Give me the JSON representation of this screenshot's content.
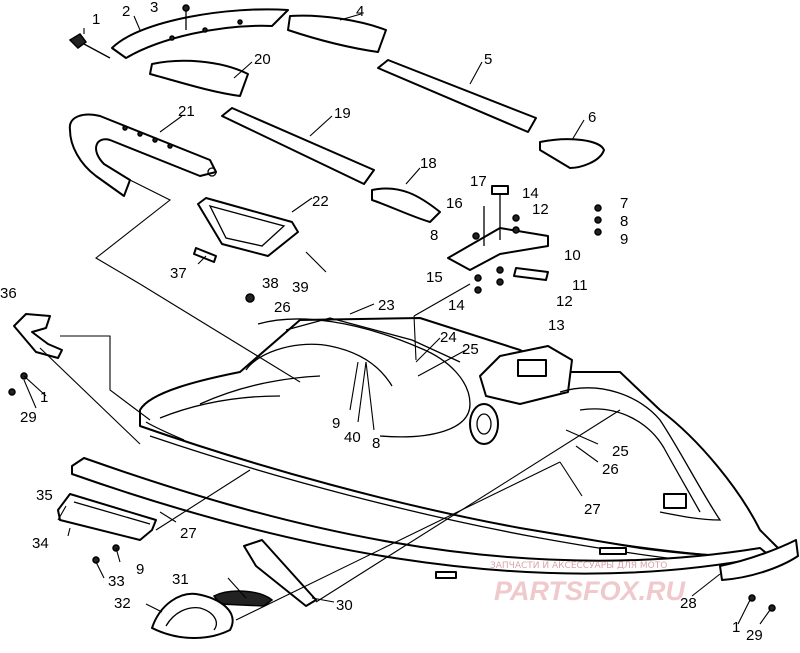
{
  "callouts": [
    "1",
    "2",
    "3",
    "4",
    "5",
    "6",
    "20",
    "21",
    "19",
    "18",
    "17",
    "14",
    "12",
    "16",
    "7",
    "8",
    "9",
    "8",
    "10",
    "22",
    "37",
    "11",
    "15",
    "12",
    "14",
    "13",
    "38",
    "39",
    "26",
    "23",
    "36",
    "24",
    "25",
    "9",
    "40",
    "8",
    "1",
    "29",
    "25",
    "26",
    "35",
    "27",
    "34",
    "27",
    "33",
    "9",
    "31",
    "30",
    "32",
    "28",
    "1",
    "29"
  ],
  "watermark": {
    "caption": "ЗАПЧАСТИ И АКСЕССУАРЫ ДЛЯ МОТО",
    "brand": "PARTSFOX.RU"
  }
}
